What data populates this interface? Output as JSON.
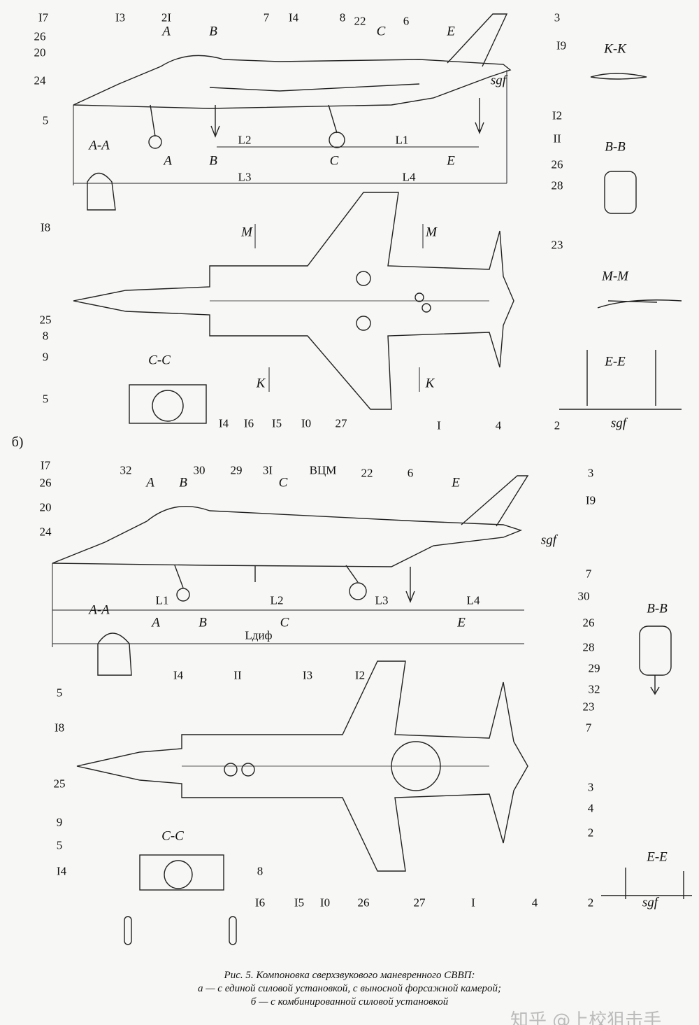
{
  "a": {
    "labels": [
      "I7",
      "I3",
      "2I",
      "A",
      "B",
      "7",
      "I4",
      "8",
      "C",
      "22",
      "6",
      "E",
      "3",
      "I9",
      "K-K",
      "26",
      "20",
      "24",
      "sgf",
      "I2",
      "II",
      "5",
      "A-A",
      "L2",
      "L1",
      "A",
      "B",
      "C",
      "E",
      "26",
      "B-B",
      "L3",
      "L4",
      "28",
      "M",
      "M",
      "I8",
      "23",
      "M-M",
      "25",
      "8",
      "9",
      "C-C",
      "E-E",
      "K",
      "K",
      "5",
      "I4",
      "I6",
      "I5",
      "I0",
      "27",
      "I",
      "4",
      "2",
      "sgf"
    ]
  },
  "b_marker": "б)",
  "b": {
    "labels": [
      "I7",
      "32",
      "A",
      "30",
      "B",
      "29",
      "3I",
      "C",
      "ВЦМ",
      "22",
      "6",
      "E",
      "3",
      "I9",
      "26",
      "20",
      "24",
      "sgf",
      "7",
      "L1",
      "L2",
      "L3",
      "L4",
      "30",
      "B-B",
      "A-A",
      "A",
      "B",
      "C",
      "E",
      "26",
      "Lдиф",
      "28",
      "29",
      "5",
      "32",
      "I4",
      "II",
      "I3",
      "I2",
      "23",
      "7",
      "I8",
      "25",
      "9",
      "C-C",
      "3",
      "4",
      "2",
      "E-E",
      "5",
      "8",
      "I4",
      "2",
      "sgf",
      "I6",
      "I5",
      "I0",
      "26",
      "27",
      "I",
      "4"
    ]
  },
  "caption": {
    "line1": "Рис. 5. Компоновка сверхзвукового маневренного СВВП:",
    "line2": "а — с единой силовой установкой, с выносной форсажной камерой;",
    "line3": "б — с комбинированной силовой установкой"
  },
  "watermark": "知乎 @上校狙击手"
}
